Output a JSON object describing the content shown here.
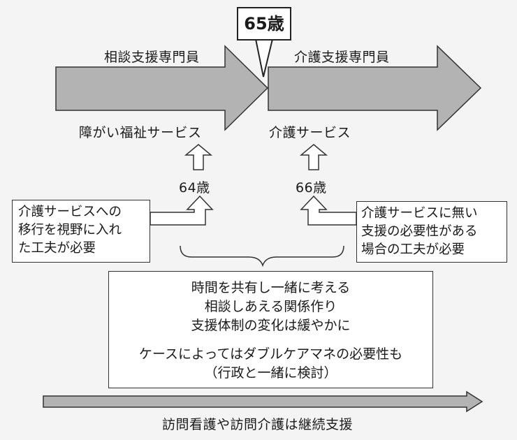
{
  "badge": {
    "age": "65歳"
  },
  "left_arrow": {
    "top_label": "相談支援専門員",
    "bottom_label": "障がい福祉サービス"
  },
  "right_arrow": {
    "top_label": "介護支援専門員",
    "bottom_label": "介護サービス"
  },
  "ages": {
    "left": "64歳",
    "right": "66歳"
  },
  "left_note": {
    "lines": [
      "介護サービスへの",
      "移行を視野に入れ",
      "た工夫が必要"
    ]
  },
  "right_note": {
    "lines": [
      "介護サービスに無い",
      "支援の必要性がある",
      "場合の工夫が必要"
    ]
  },
  "center_box": {
    "lines": [
      "時間を共有し一緒に考える",
      "相談しあえる関係作り",
      "支援体制の変化は緩やかに"
    ],
    "lines2": [
      "ケースによってはダブルケアマネの必要性も",
      "（行政と一緒に検討）"
    ]
  },
  "bottom_arrow": {
    "label": "訪問看護や訪問介護は継続支援"
  },
  "colors": {
    "arrow_fill": "#b3b3b3",
    "stroke": "#333333",
    "box_fill": "#ffffff"
  }
}
